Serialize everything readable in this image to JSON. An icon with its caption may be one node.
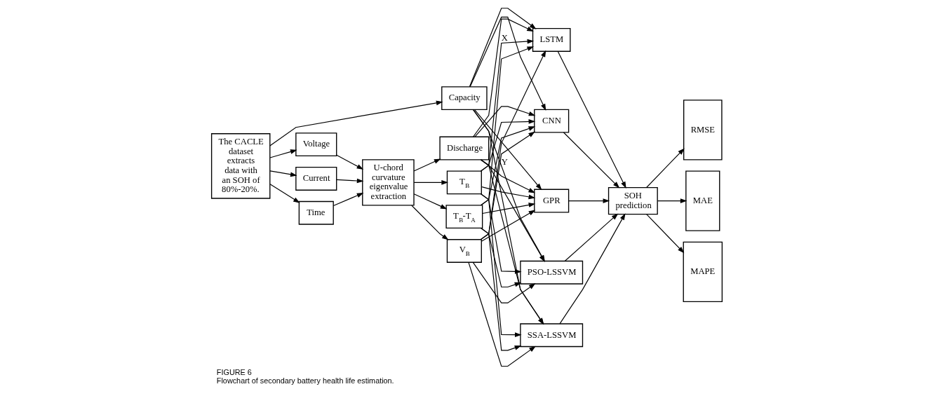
{
  "diagram": {
    "title": "FIGURE 6",
    "caption": "Flowchart of secondary battery health life estimation.",
    "nodes": [
      {
        "text": [
          "The CACLE dataset extracts data with an SOH of 80%-20%."
        ]
      },
      {
        "text": [
          "Voltage"
        ]
      },
      {
        "text": [
          "Current"
        ]
      },
      {
        "text": [
          "Time"
        ]
      },
      {
        "text": [
          "Capacity"
        ]
      },
      {
        "text": [
          "U-chord curvature eigenvalue extraction"
        ]
      },
      {
        "text": [
          "V$_{B}$"
        ]
      },
      {
        "text": [
          "T$_{B}$"
        ]
      },
      {
        "text": [
          "T$_{B}$-T$_{A}$"
        ]
      },
      {
        "text": [
          "Discharge"
        ]
      },
      {
        "text": [
          "GPR"
        ]
      },
      {
        "text": [
          "CNN"
        ]
      },
      {
        "text": [
          "LSTM"
        ]
      },
      {
        "text": [
          "SSA-LSSVM"
        ]
      },
      {
        "text": [
          "PSO-LSSVM"
        ]
      },
      {
        "text": [
          "SOH prediction"
        ]
      },
      {
        "text": [
          "RMSE"
        ]
      },
      {
        "text": [
          "MAE"
        ]
      },
      {
        "text": [
          "MAPE"
        ]
      }
    ],
    "edges": [
      {
        "from": 0,
        "to": 1,
        "arrow": "to"
      },
      {
        "from": 0,
        "to": 2,
        "arrow": "to"
      },
      {
        "from": 0,
        "to": 3,
        "arrow": "to"
      },
      {
        "from": 0,
        "to": 4,
        "arrow": "to"
      },
      {
        "from": 1,
        "to": 5,
        "arrow": "to"
      },
      {
        "from": 2,
        "to": 5,
        "arrow": "to"
      },
      {
        "from": 3,
        "to": 5,
        "arrow": "to"
      },
      {
        "from": 5,
        "to": 6,
        "arrow": "to"
      },
      {
        "from": 5,
        "to": 7,
        "arrow": "to"
      },
      {
        "from": 5,
        "to": 8,
        "arrow": "to"
      },
      {
        "from": 5,
        "to": 9,
        "arrow": "to"
      },
      {
        "from": 6,
        "to": 10,
        "arrow": "to"
      },
      {
        "from": 6,
        "to": 11,
        "arrow": "to"
      },
      {
        "from": 6,
        "to": 12,
        "arrow": "to"
      },
      {
        "from": 6,
        "to": 13,
        "arrow": "to"
      },
      {
        "from": 6,
        "to": 14,
        "arrow": "to"
      },
      {
        "from": 7,
        "to": 10,
        "arrow": "to"
      },
      {
        "from": 7,
        "to": 11,
        "arrow": "to"
      },
      {
        "from": 7,
        "to": 12,
        "arrow": "to",
        "label": "X"
      },
      {
        "from": 7,
        "to": 13,
        "arrow": "to"
      },
      {
        "from": 7,
        "to": 14,
        "arrow": "to"
      },
      {
        "from": 8,
        "to": 10,
        "arrow": "to"
      },
      {
        "from": 8,
        "to": 11,
        "arrow": "to"
      },
      {
        "from": 8,
        "to": 12,
        "arrow": "to"
      },
      {
        "from": 8,
        "to": 13,
        "arrow": "to"
      },
      {
        "from": 8,
        "to": 14,
        "arrow": "to"
      },
      {
        "from": 9,
        "to": 10,
        "arrow": "to"
      },
      {
        "from": 9,
        "to": 11,
        "arrow": "to"
      },
      {
        "from": 9,
        "to": 12,
        "arrow": "to"
      },
      {
        "from": 9,
        "to": 13,
        "arrow": "to"
      },
      {
        "from": 9,
        "to": 14,
        "arrow": "to"
      },
      {
        "from": 4,
        "to": 10,
        "arrow": "to"
      },
      {
        "from": 4,
        "to": 11,
        "arrow": "to"
      },
      {
        "from": 4,
        "to": 12,
        "arrow": "to"
      },
      {
        "from": 4,
        "to": 13,
        "arrow": "to"
      },
      {
        "from": 4,
        "to": 14,
        "arrow": "to",
        "label": "Y"
      },
      {
        "from": 10,
        "to": 15,
        "arrow": "to"
      },
      {
        "from": 11,
        "to": 15,
        "arrow": "to"
      },
      {
        "from": 12,
        "to": 15,
        "arrow": "to"
      },
      {
        "from": 13,
        "to": 15,
        "arrow": "to"
      },
      {
        "from": 14,
        "to": 15,
        "arrow": "to"
      },
      {
        "from": 15,
        "to": 16,
        "arrow": "to"
      },
      {
        "from": 15,
        "to": 17,
        "arrow": "to"
      },
      {
        "from": 15,
        "to": 18,
        "arrow": "to"
      }
    ]
  }
}
